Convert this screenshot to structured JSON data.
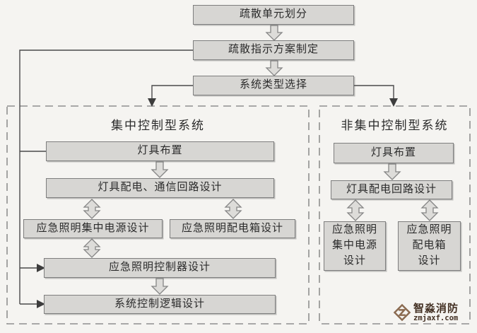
{
  "flowchart": {
    "top_boxes": [
      "疏散单元划分",
      "疏散指示方案制定",
      "系统类型选择"
    ],
    "left_group": {
      "title": "集中控制型系统",
      "lamp_layout": "灯具布置",
      "power_comm_circuit": "灯具配电、通信回路设计",
      "central_power": "应急照明集中电源设计",
      "distribution_box": "应急照明配电箱设计",
      "controller": "应急照明控制器设计",
      "control_logic": "系统控制逻辑设计"
    },
    "right_group": {
      "title": "非集中控制型系统",
      "lamp_layout": "灯具布置",
      "power_circuit": "灯具配电回路设计",
      "central_power": "应急照明\n集中电源\n设计",
      "distribution_box": "应急照明\n配电箱\n设计"
    }
  },
  "watermark": {
    "brand": "智淼消防",
    "domain": "zmjaxf.com"
  },
  "colors": {
    "background": "#f5f4f1",
    "box_fill": "#d7d6d3",
    "box_border": "#7e7e7e",
    "connector_line": "#4a4a4a",
    "dashed_border": "#8f8f8f",
    "arrow_fill": "#dddcd9",
    "watermark_brown": "#8a6a50"
  }
}
